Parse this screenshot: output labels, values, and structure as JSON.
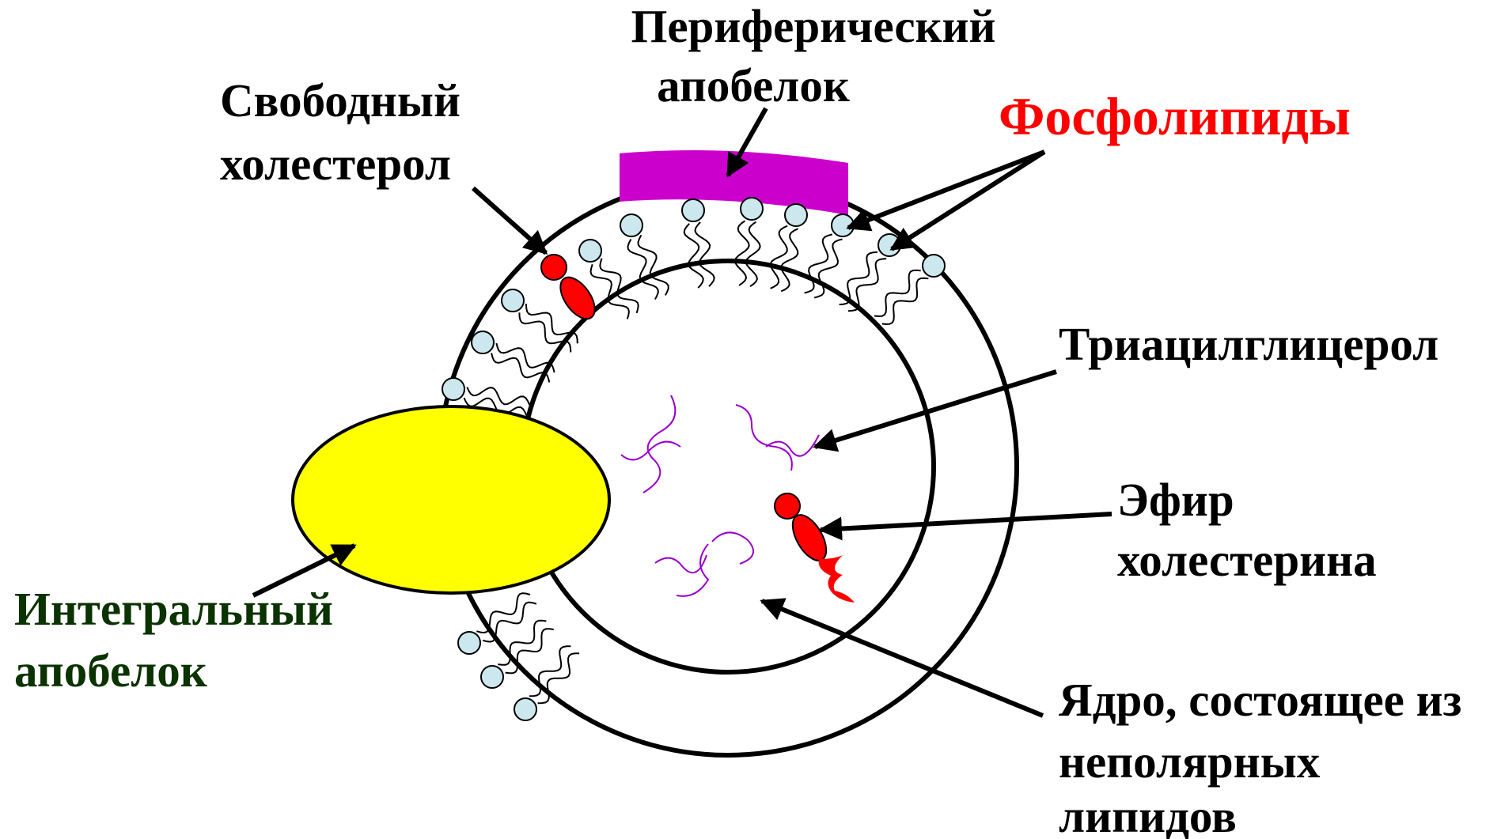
{
  "labels": {
    "peripheral_line1": "Периферический",
    "peripheral_line2": "апобелок",
    "free_chol_line1": "Свободный",
    "free_chol_line2": "холестерол",
    "phospholipids": "Фосфолипиды",
    "triacylglycerol": "Триацилглицерол",
    "ester_line1": "Эфир",
    "ester_line2": "холестерина",
    "core_line1": "Ядро, состоящее из",
    "core_line2": "неполярных",
    "core_line3": "липидов",
    "integral_line1": "Интегральный",
    "integral_line2": "апобелок"
  },
  "colors": {
    "peripheral_apoprotein": "#cc00cc",
    "integral_apoprotein": "#ffff00",
    "cholesterol": "#ff0000",
    "phospholipid_head": "#cce8ee",
    "triacylglycerol": "#9900cc",
    "phospholipids_label": "#ff0000",
    "integral_label": "#0a3300",
    "text": "#000000"
  }
}
